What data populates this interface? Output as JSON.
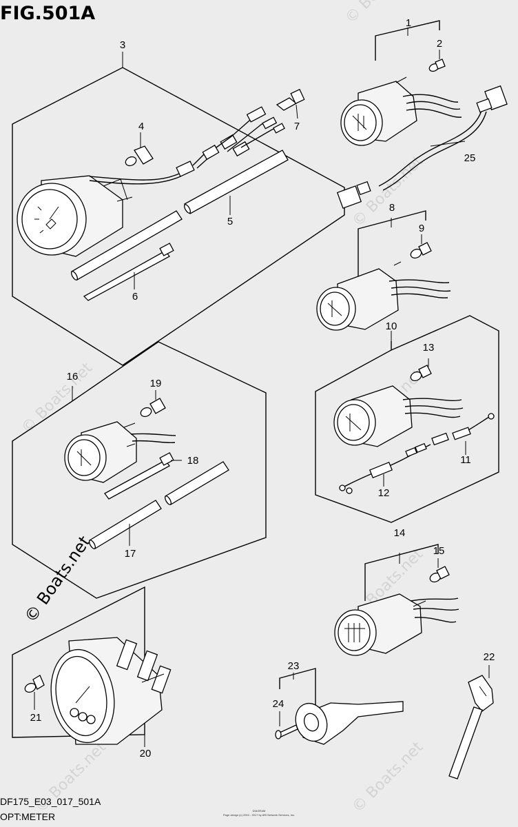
{
  "figure": {
    "title": "FIG.501A",
    "code": "DF175_E03_017_501A",
    "section": "OPT:METER",
    "fine_print": [
      "DIAGRAM",
      "Page design (c) 2004 - 2017 by ARI Network Services, Inc."
    ],
    "watermark": "© Boats.net"
  },
  "callouts": [
    {
      "id": "callout-1",
      "text": "1"
    },
    {
      "id": "callout-2",
      "text": "2"
    },
    {
      "id": "callout-3",
      "text": "3"
    },
    {
      "id": "callout-4",
      "text": "4"
    },
    {
      "id": "callout-5",
      "text": "5"
    },
    {
      "id": "callout-6",
      "text": "6"
    },
    {
      "id": "callout-7",
      "text": "7"
    },
    {
      "id": "callout-8",
      "text": "8"
    },
    {
      "id": "callout-9",
      "text": "9"
    },
    {
      "id": "callout-10",
      "text": "10"
    },
    {
      "id": "callout-11",
      "text": "11"
    },
    {
      "id": "callout-12",
      "text": "12"
    },
    {
      "id": "callout-13",
      "text": "13"
    },
    {
      "id": "callout-14",
      "text": "14"
    },
    {
      "id": "callout-15",
      "text": "15"
    },
    {
      "id": "callout-16",
      "text": "16"
    },
    {
      "id": "callout-17",
      "text": "17"
    },
    {
      "id": "callout-18",
      "text": "18"
    },
    {
      "id": "callout-19",
      "text": "19"
    },
    {
      "id": "callout-20",
      "text": "20"
    },
    {
      "id": "callout-21",
      "text": "21"
    },
    {
      "id": "callout-22",
      "text": "22"
    },
    {
      "id": "callout-23",
      "text": "23"
    },
    {
      "id": "callout-24",
      "text": "24"
    },
    {
      "id": "callout-25",
      "text": "25"
    }
  ]
}
